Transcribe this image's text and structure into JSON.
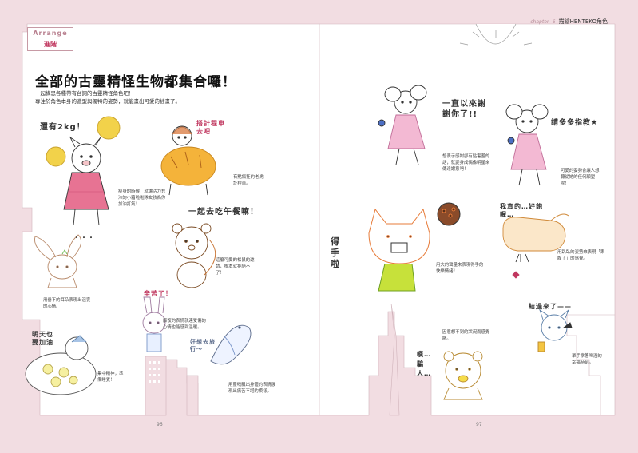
{
  "header": {
    "chapter_word": "chapter",
    "chapter_num": "6",
    "title": "描繪HENTEKO角色"
  },
  "badge": {
    "en": "Arrange",
    "zh": "進階"
  },
  "main_title": "全部的古靈精怪生物都集合囉！",
  "intro": [
    "一起構思各種帶有台詞的古靈精怪角色吧！",
    "專注於角色本身的造型與獨特的姿勢，就能畫出可愛的插畫了。"
  ],
  "bubbles": {
    "pig": "還有2kg！",
    "cat_girl": "搭計程車去吧",
    "bear_lunch": "一起去吃午餐嘛！",
    "rabbit_dots": "・・・",
    "rabbit_hurt": "辛苦了！",
    "sleep": "明天也要加油",
    "bird_float": "好想去旅行～",
    "mouse_thanks": "一直以來謝謝你了!!",
    "mouse_please": "請多多指教★",
    "shout": "得手啦",
    "fullness": "我真的…好飽喔…",
    "beer": "結過來了——",
    "hungry": "嘆…騙人…"
  },
  "captions": {
    "pig": "瘦身的時候，就讓活力充沛的小豬啦啦隊女孩為你加油打氣！",
    "tiger": "有點瘋狂的老虎計程車。",
    "squirrel": "這麼可愛的松鼠的邀請，根本就拒絕不了！",
    "rabbit_ears": "用垂下的耳朵表現出沮喪的心情。",
    "rabbit_bandage": "康復的表情就連受傷的心情也能感到溫暖。",
    "sleep": "集中精神，準備睡覺！",
    "bird": "用靈魂飄出身體的表情展現出痛苦不堪的模樣。",
    "mouse": "想表示感謝卻有點害羞的話，就變身成偶像明星來傳達謝意吧！",
    "mouse2": "可愛的姿勢會讓人想聽從她的任何願望呢！",
    "shout": "用大的聲量來表現得手的快樂情緒！",
    "fullness": "用趴臥的姿勢來表現「果腹了」的感覺。",
    "hungry": "因意想不到的狀況而感覺睏。",
    "beer": "單手拿著啤酒的幸福時刻。"
  },
  "pages": {
    "left": "96",
    "right": "97"
  },
  "colors": {
    "page_pink": "#f2dde2",
    "accent_red": "#c0375f",
    "badge_border": "#c79aa5"
  }
}
